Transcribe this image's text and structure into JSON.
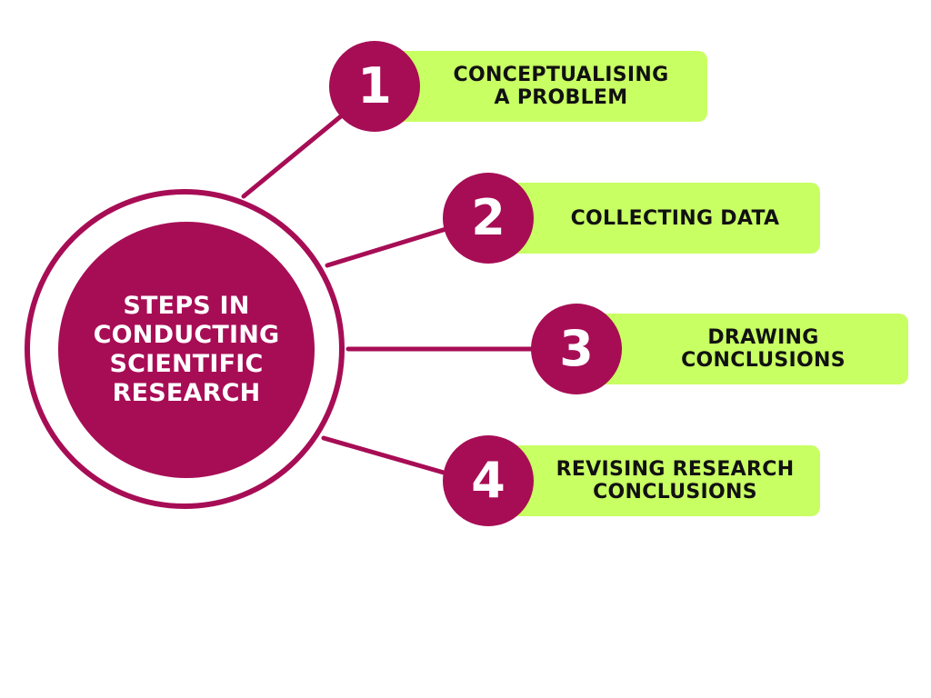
{
  "colors": {
    "accent": "#a70d55",
    "box": "#c8ff63",
    "line": "#a70d55"
  },
  "hub": {
    "title": "STEPS IN\nCONDUCTING\nSCIENTIFIC\nRESEARCH"
  },
  "steps": [
    {
      "number": "1",
      "label": "CONCEPTUALISING\nA PROBLEM"
    },
    {
      "number": "2",
      "label": "COLLECTING DATA"
    },
    {
      "number": "3",
      "label": "DRAWING\nCONCLUSIONS"
    },
    {
      "number": "4",
      "label": "REVISING RESEARCH\nCONCLUSIONS"
    }
  ]
}
